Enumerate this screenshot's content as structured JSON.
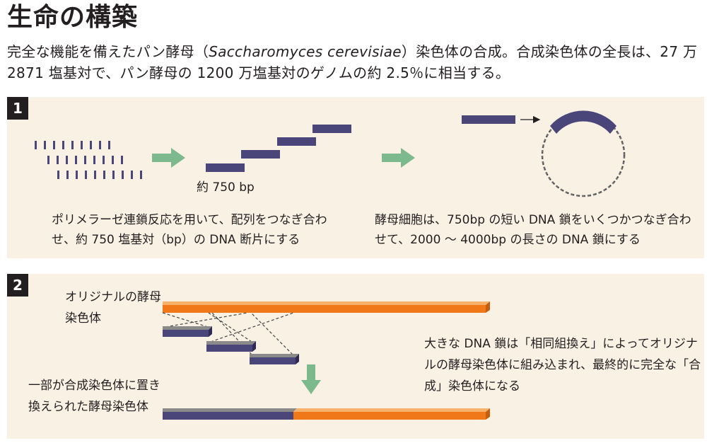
{
  "header": {
    "title": "生命の構築",
    "subtitle_before": "完全な機能を備えたパン酵母（",
    "subtitle_species": "Saccharomyces cerevisiae",
    "subtitle_after": "）染色体の合成。合成染色体の全長は、27 万 2871 塩基対で、パン酵母の 1200 万塩基対のゲノムの約 2.5％に相当する。"
  },
  "panel1": {
    "number": "1",
    "bp_label": "約 750 bp",
    "caption_left": "ポリメラーゼ連鎖反応を用いて、配列をつなぎ合わせ、約 750 塩基対（bp）の DNA 断片にする",
    "caption_right": "酵母細胞は、750bp の短い DNA 鎖をいくつかつなぎ合わせて、2000 ～ 4000bp の長さの DNA 鎖にする"
  },
  "panel2": {
    "number": "2",
    "original_label": "オリジナルの酵母染色体",
    "replaced_label": "一部が合成染色体に置き換えられた酵母染色体",
    "description": "大きな DNA 鎖は「相同組換え」によってオリジナルの酵母染色体に組み込まれ、最終的に完全な「合成」染色体になる"
  },
  "colors": {
    "panel_bg": "#f8f1e4",
    "synthetic_dna": "#4b4679",
    "original_dna": "#f07818",
    "arrow_green": "#7cb98c",
    "gray_end": "#8a8a8a"
  }
}
